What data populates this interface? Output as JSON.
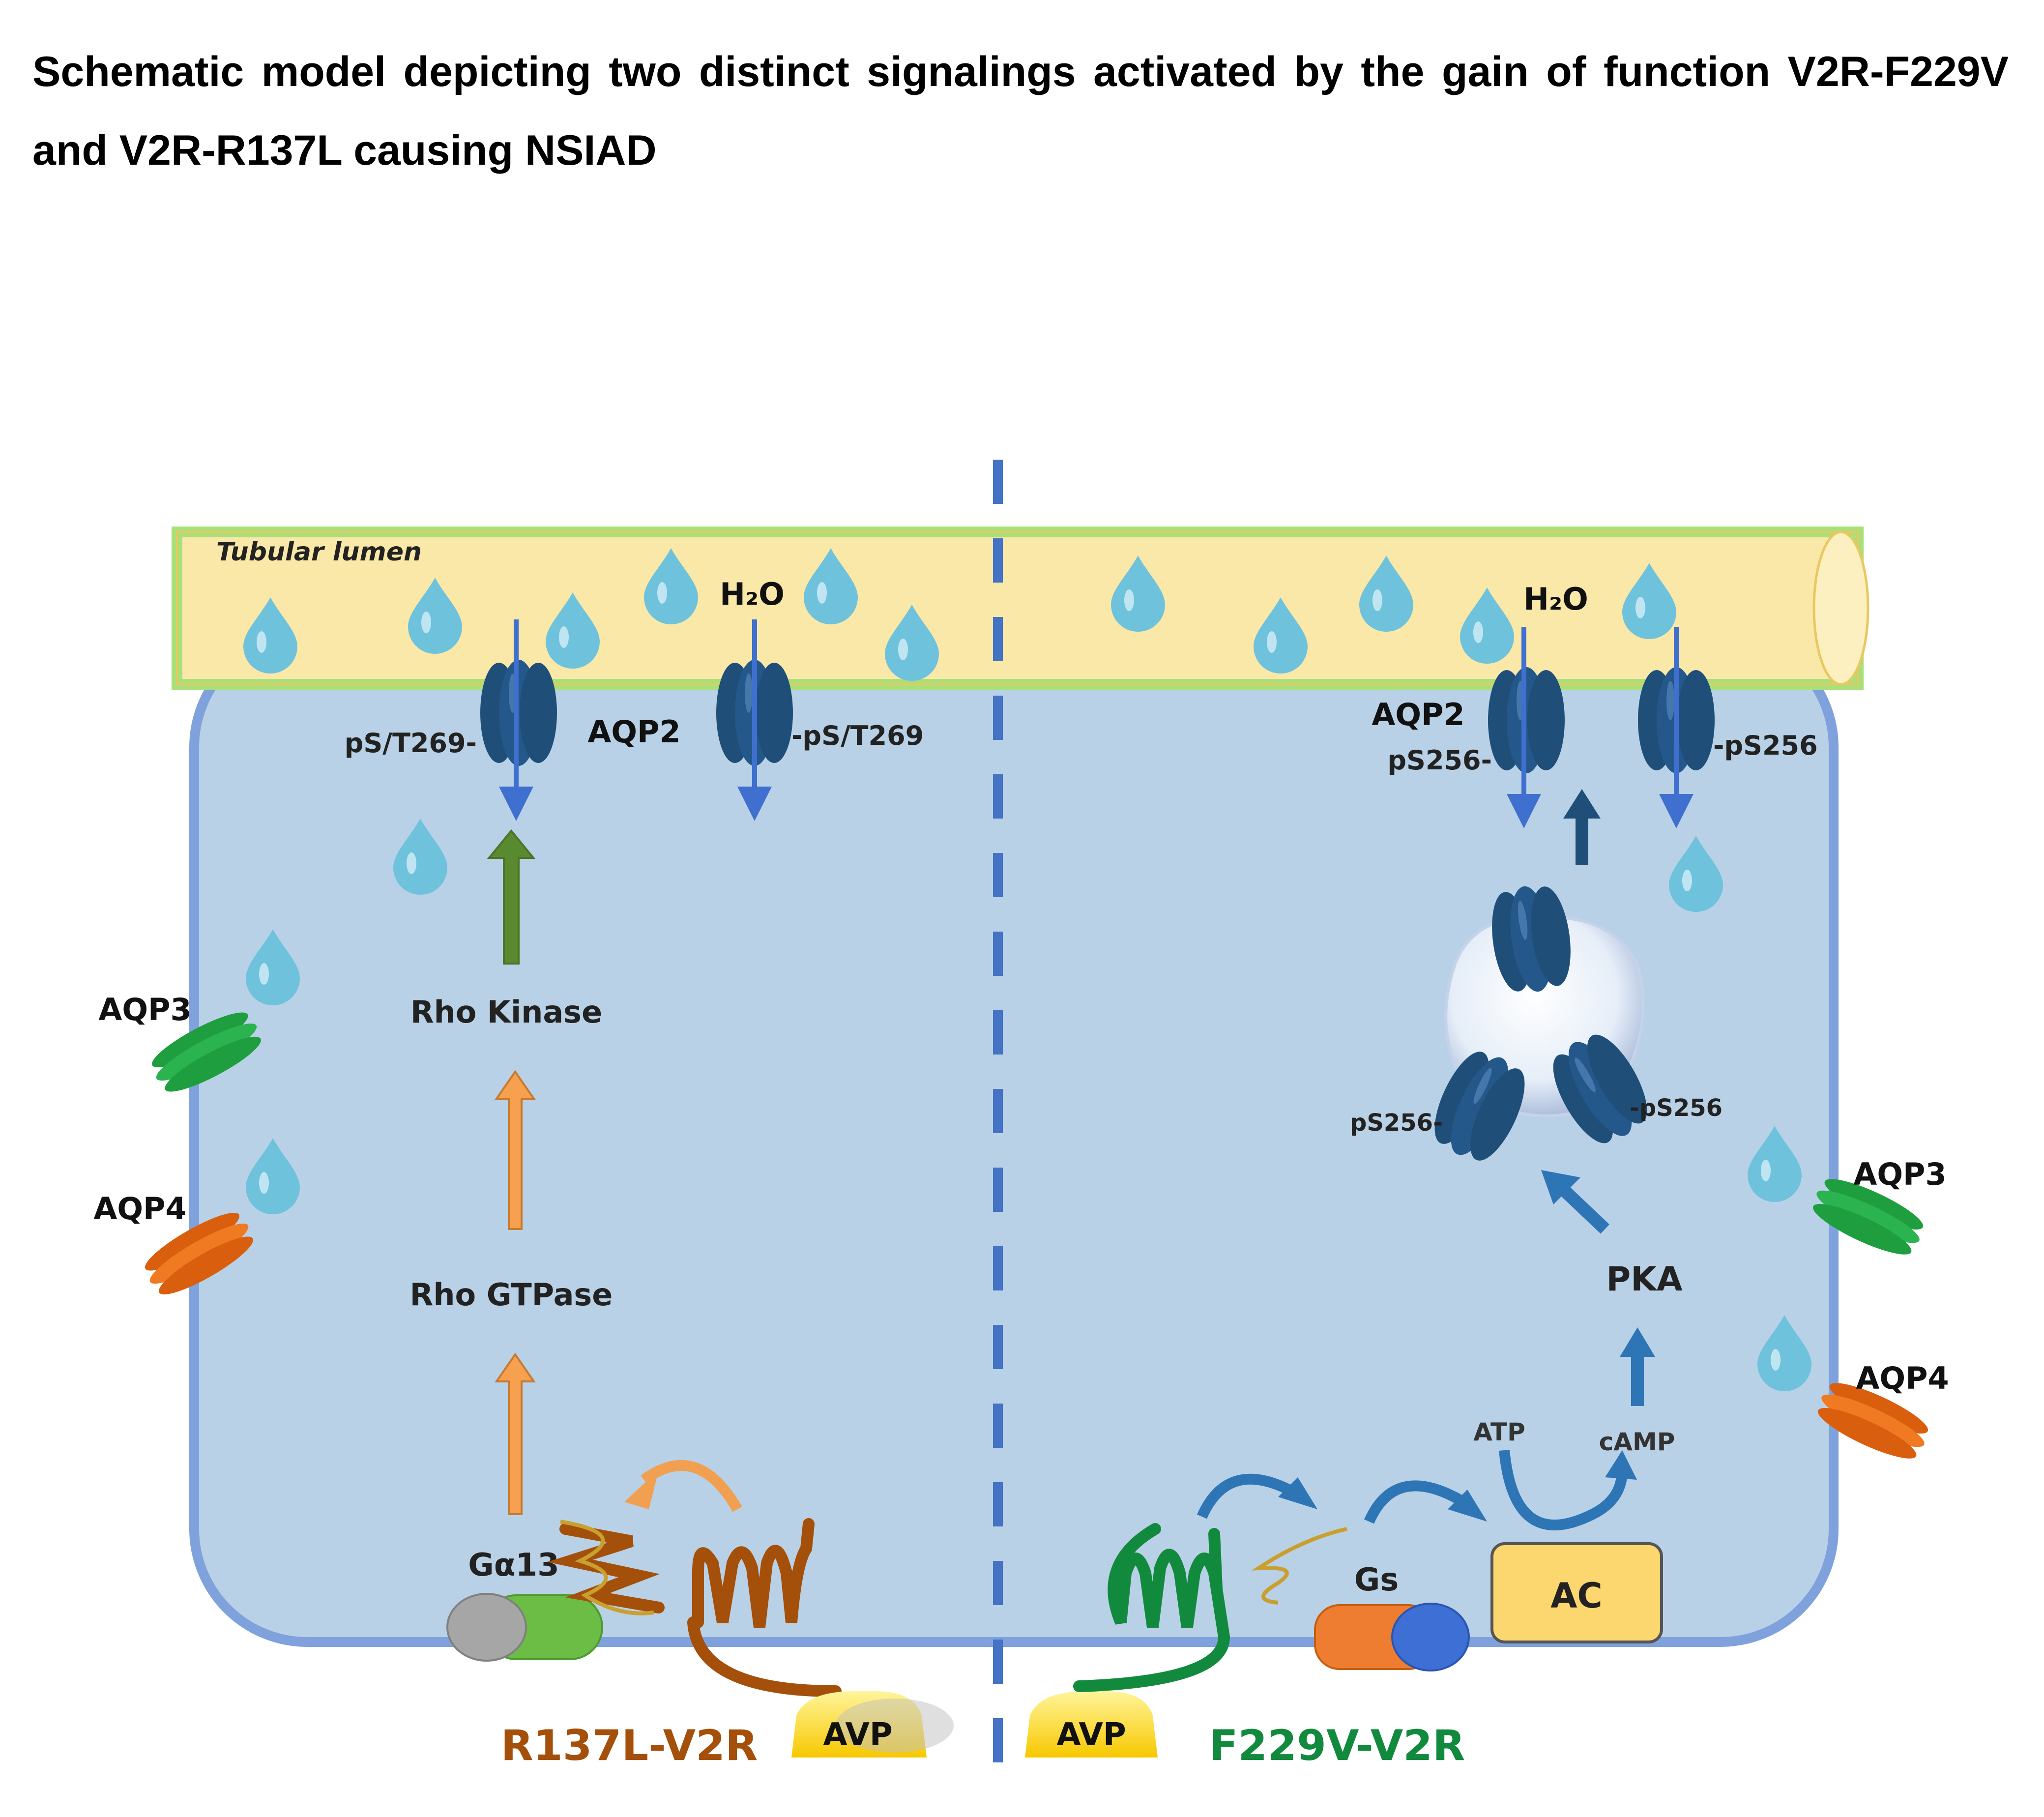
{
  "title": "Schematic model depicting two distinct signalings activated by the gain of function V2R-F229V and V2R-R137L causing NSIAD",
  "labels": {
    "tubular_lumen": "Tubular lumen",
    "h2o_left": "H₂O",
    "h2o_right": "H₂O",
    "aqp2_left": "AQP2",
    "aqp2_right": "AQP2",
    "ps_t269_left": "pS/T269-",
    "ps_t269_right": "-pS/T269",
    "ps256_left": "pS256-",
    "ps256_right": "-pS256",
    "ps256_vesicle_left": "pS256-",
    "ps256_vesicle_right": "-pS256",
    "aqp3_left": "AQP3",
    "aqp4_left": "AQP4",
    "aqp3_right": "AQP3",
    "aqp4_right": "AQP4",
    "rho_kinase": "Rho Kinase",
    "rho_gtpase": "Rho GTPase",
    "ga13": "Gα13",
    "gs": "Gs",
    "ac": "AC",
    "atp": "ATP",
    "camp": "cAMP",
    "pka": "PKA",
    "avp_left": "AVP",
    "avp_right": "AVP",
    "r137l": "R137L-V2R",
    "f229v": "F229V-V2R"
  },
  "colors": {
    "lumen_fill": "#fae8a8",
    "lumen_glow": "#a8e07a",
    "cell_fill": "#b9d1e6",
    "cell_border": "#7fa2dc",
    "aqp2": "#1f4e79",
    "water_drop": "#6fc2dc",
    "arrow_blue": "#3f6fcf",
    "arrow_green": "#5a8a30",
    "arrow_orange": "#f0a050",
    "arrow_pka": "#2e75b6",
    "aqp3": "#1e9e3e",
    "aqp4": "#ee6d12",
    "r137l_receptor": "#a4500a",
    "f229v_receptor": "#128a3e",
    "avp": "#f7d400",
    "ac_fill": "#fcd66e",
    "gs_orange": "#ee7d31",
    "gs_blue": "#3d6fd4",
    "ga13_grey": "#a6a6a6",
    "ga13_green": "#6cbd45",
    "divider": "#4472c4"
  },
  "icons": [
    "water-drop-icon",
    "aqp2-channel-icon",
    "aqp3-channel-icon",
    "aqp4-channel-icon",
    "receptor-helix-icon",
    "vesicle-icon"
  ]
}
